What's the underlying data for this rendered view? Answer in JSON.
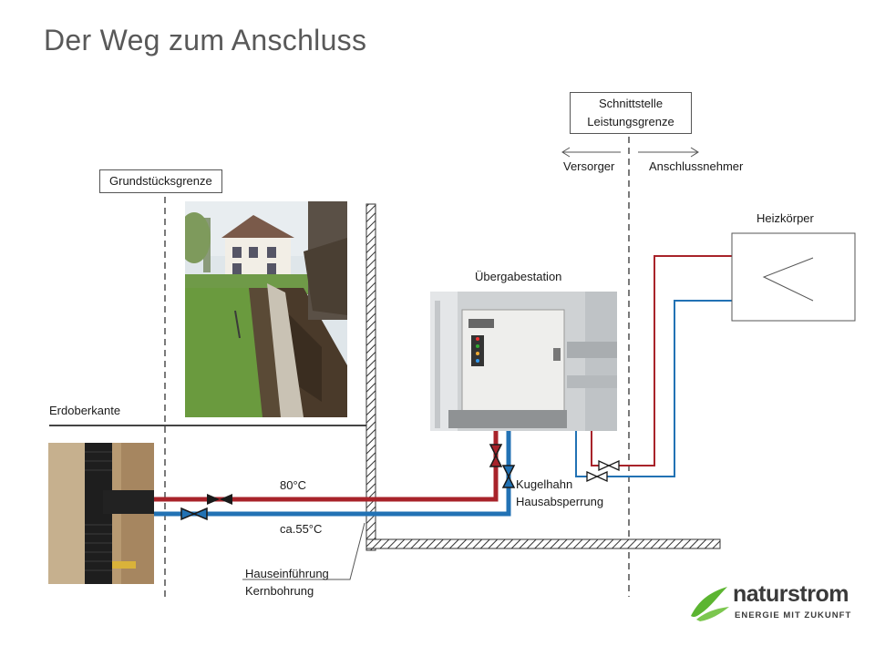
{
  "title": "Der Weg zum Anschluss",
  "labels": {
    "schnittstelle_line1": "Schnittstelle",
    "schnittstelle_line2": "Leistungsgrenze",
    "versorger": "Versorger",
    "anschlussnehmer": "Anschlussnehmer",
    "grundstuecksgrenze": "Grundstücksgrenze",
    "heizkoerper": "Heizkörper",
    "uebergabestation": "Übergabestation",
    "erdoberkante": "Erdoberkante",
    "temp_supply": "80°C",
    "temp_return": "ca.55°C",
    "kugelhahn_line1": "Kugelhahn",
    "kugelhahn_line2": "Hausabsperrung",
    "hauseinfuehrung_line1": "Hauseinführung",
    "hauseinfuehrung_line2": "Kernbohrung"
  },
  "logo": {
    "word": "naturstrom",
    "tagline": "ENERGIE MIT ZUKUNFT"
  },
  "colors": {
    "supply_pipe": "#a8232a",
    "return_pipe": "#2272b4",
    "logo_green": "#5cb531",
    "title_gray": "#595959"
  }
}
